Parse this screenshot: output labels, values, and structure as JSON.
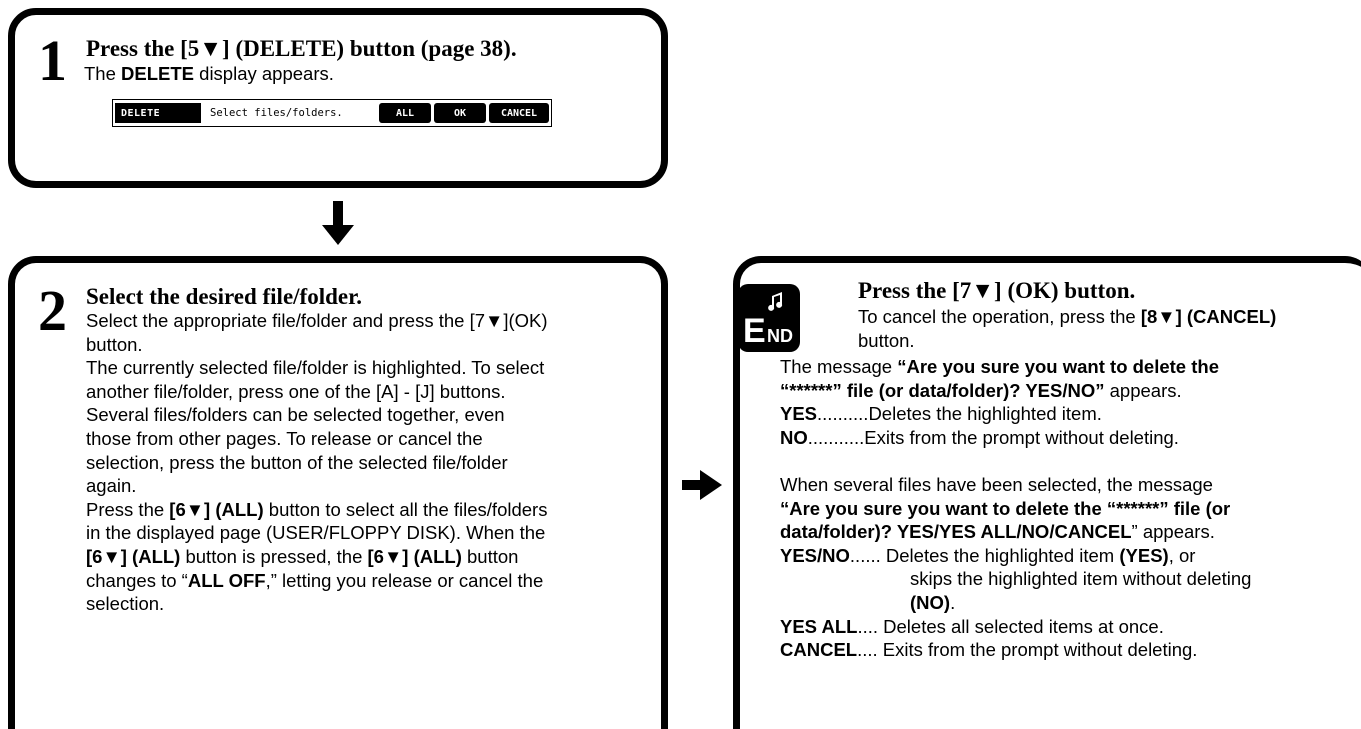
{
  "step1": {
    "number": "1",
    "heading": "Press the [5▼] (DELETE) button (page 38).",
    "desc_prefix": "The ",
    "desc_bold": "DELETE",
    "desc_suffix": " display appears."
  },
  "lcd": {
    "title": "DELETE",
    "message": "Select files/folders.",
    "btn_all": "ALL",
    "btn_ok": "OK",
    "btn_cancel": "CANCEL"
  },
  "step2": {
    "number": "2",
    "heading": "Select the desired file/folder.",
    "lines": [
      "Select the appropriate file/folder and press the [7▼](OK)",
      "button.",
      "The currently selected file/folder is highlighted. To select",
      "another file/folder, press one of the [A] - [J] buttons.",
      "Several files/folders can be selected together, even",
      "those from other pages. To release or cancel the",
      "selection, press the button of the selected file/folder",
      "again."
    ],
    "p2_a": "Press the ",
    "p2_b": "[6▼] (ALL)",
    "p2_c": " button to select all the files/folders",
    "p2_d": "in the displayed page (USER/FLOPPY DISK). When the",
    "p2_e": "[6▼] (ALL)",
    "p2_f": " button is pressed, the ",
    "p2_g": "[6▼] (ALL)",
    "p2_h": " button",
    "p2_i": "changes to “",
    "p2_j": "ALL OFF",
    "p2_k": ",” letting you release or cancel the",
    "p2_l": "selection."
  },
  "end": {
    "icon_text": "END",
    "heading": "Press the [7▼] (OK) button.",
    "cancel_a": "To cancel the operation, press the ",
    "cancel_b": "[8▼] (CANCEL)",
    "cancel_c": "button.",
    "msg1_a": "The message ",
    "msg1_b": "“Are you sure you want to delete the",
    "msg1_c": "“******” file (or data/folder)? YES/NO”",
    "msg1_d": " appears.",
    "yes_term": "YES",
    "yes_dots": "..........",
    "yes_desc": "Deletes the highlighted item.",
    "no_term": "NO",
    "no_dots": "...........",
    "no_desc": "Exits from the prompt without deleting.",
    "msg2_a": "When several files have been selected, the message",
    "msg2_b": "“Are you sure you want to delete the “******” file (or",
    "msg2_c": "data/folder)? YES/YES ALL/NO/CANCEL",
    "msg2_d": "” appears.",
    "yesno_term": "YES/NO",
    "yesno_dots": "......",
    "yesno_desc_a": " Deletes the highlighted item ",
    "yesno_desc_b": "(YES)",
    "yesno_desc_c": ", or",
    "yesno_desc_d": "skips the highlighted item without deleting",
    "yesno_desc_e": "(NO)",
    "yesno_desc_f": ".",
    "yesall_term": "YES ALL",
    "yesall_dots": "....",
    "yesall_desc": " Deletes all selected items at once.",
    "cancel_term": "CANCEL",
    "cancel_dots": "....",
    "cancel_desc": " Exits from the prompt without deleting."
  }
}
